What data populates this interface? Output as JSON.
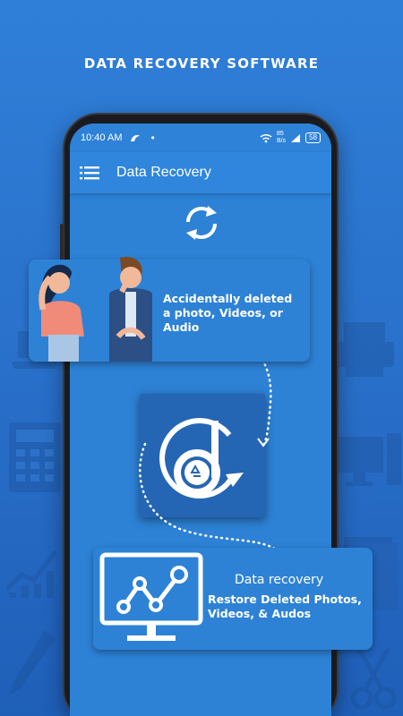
{
  "promo": {
    "title": "DATA RECOVERY SOFTWARE"
  },
  "status_bar": {
    "time": "10:40 AM",
    "net_speed_value": "85",
    "net_speed_unit": "B/s",
    "battery": "58"
  },
  "app_bar": {
    "title": "Data Recovery",
    "menu_icon": "hamburger-menu-icon"
  },
  "card_deleted": {
    "lines": [
      "Accidentally deleted",
      "a photo, Videos, or",
      "Audio"
    ]
  },
  "card_recovery": {
    "title": "Data recovery",
    "lines": [
      "Restore Deleted Photos,",
      "Videos, & Audos"
    ]
  },
  "icons": {
    "refresh": "refresh-arrows-icon",
    "app_logo": "data-recovery-logo-icon",
    "chart": "line-chart-monitor-icon"
  },
  "colors": {
    "background": "#2a72cc",
    "screen": "#2d82d6",
    "card": "#2d82d6",
    "text": "#ffffff"
  }
}
